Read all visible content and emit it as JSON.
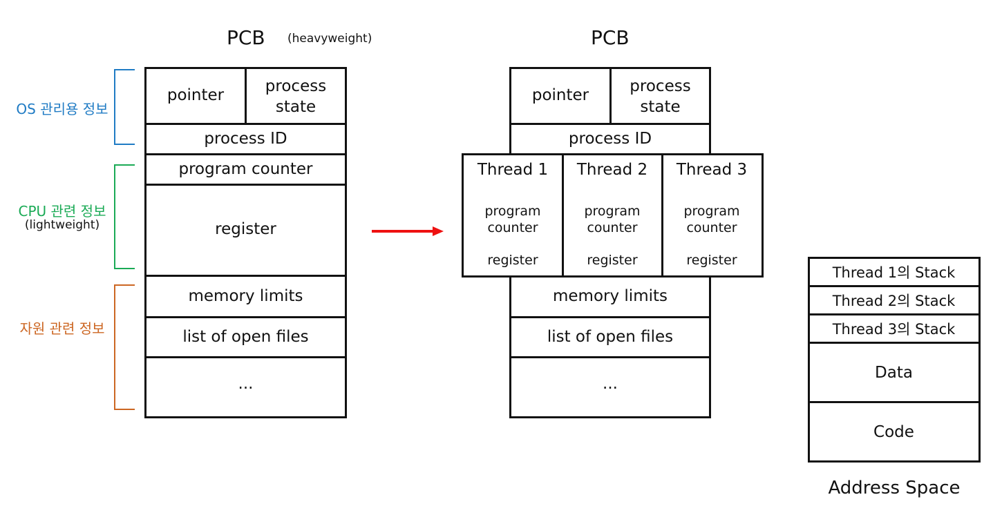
{
  "left_pcb": {
    "title": "PCB",
    "subtitle": "(heavyweight)",
    "pointer": "pointer",
    "process_state": "process\nstate",
    "process_id": "process ID",
    "program_counter": "program counter",
    "register": "register",
    "memory_limits": "memory limits",
    "open_files": "list of open files",
    "ellipsis": "..."
  },
  "brackets": {
    "os": {
      "label": "OS 관리용 정보",
      "color": "#1f7bc4"
    },
    "cpu": {
      "label": "CPU 관련 정보",
      "sublabel": "(lightweight)",
      "color": "#1aaa55"
    },
    "resource": {
      "label": "자원 관련 정보",
      "color": "#cc6622"
    }
  },
  "arrow": {
    "color": "#ee1111"
  },
  "right_pcb": {
    "title": "PCB",
    "pointer": "pointer",
    "process_state": "process\nstate",
    "process_id": "process ID",
    "threads": [
      {
        "name": "Thread 1",
        "pc": "program\ncounter",
        "reg": "register"
      },
      {
        "name": "Thread 2",
        "pc": "program\ncounter",
        "reg": "register"
      },
      {
        "name": "Thread 3",
        "pc": "program\ncounter",
        "reg": "register"
      }
    ],
    "memory_limits": "memory limits",
    "open_files": "list of open files",
    "ellipsis": "..."
  },
  "address_space": {
    "stacks": [
      "Thread 1의 Stack",
      "Thread 2의 Stack",
      "Thread 3의 Stack"
    ],
    "data": "Data",
    "code": "Code",
    "caption": "Address Space"
  }
}
